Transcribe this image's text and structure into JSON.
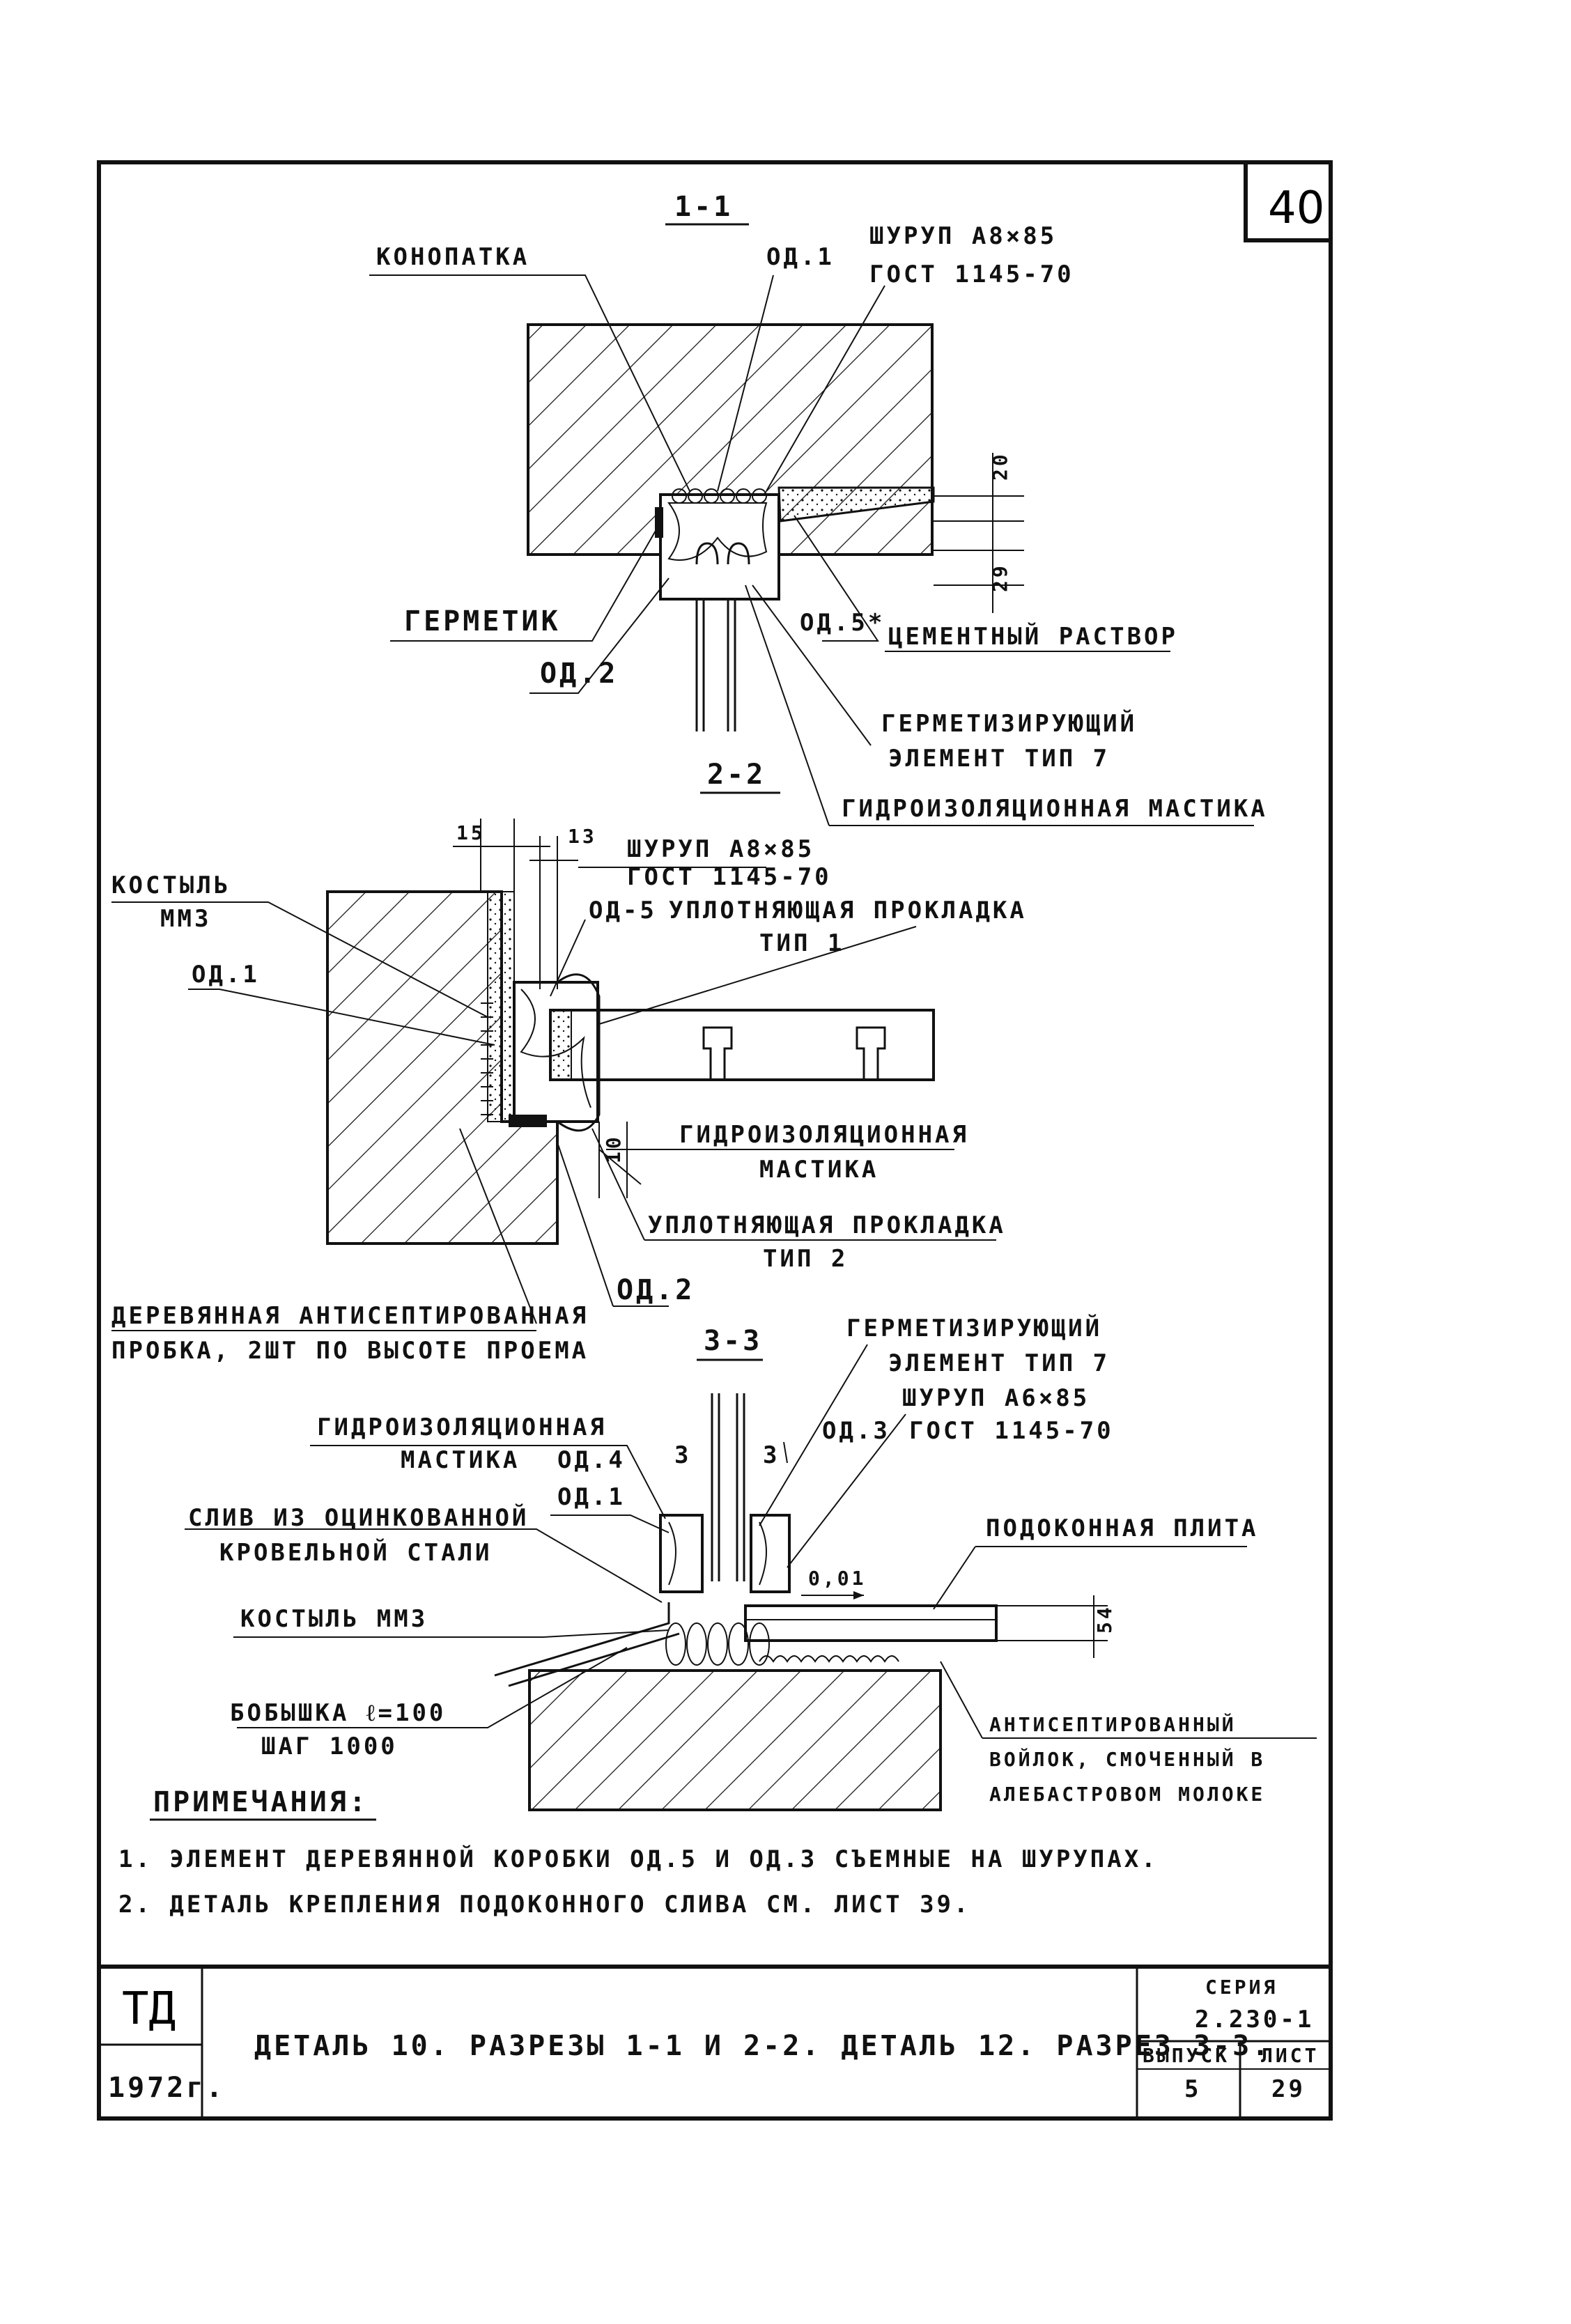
{
  "sheet_number": "40",
  "section_1": {
    "title": "1-1",
    "labels": {
      "konopatka": "КОНОПАТКА",
      "od1": "ОД.1",
      "shurup": "ШУРУП А8×85",
      "gost": "ГОСТ 1145-70",
      "dim_20": "20",
      "dim_29": "29",
      "germetik": "ГЕРМЕТИК",
      "od5": "ОД.5*",
      "cement": "ЦЕМЕНТНЫЙ РАСТВОР",
      "od2": "ОД.2",
      "germ_el_1": "ГЕРМЕТИЗИРУЮЩИЙ",
      "germ_el_2": "ЭЛЕМЕНТ ТИП 7",
      "gidro": "ГИДРОИЗОЛЯЦИОННАЯ МАСТИКА"
    }
  },
  "section_2": {
    "title": "2-2",
    "labels": {
      "dim_15": "15",
      "dim_13": "13",
      "shurup": "ШУРУП А8×85",
      "gost": "ГОСТ 1145-70",
      "kostyl_1": "КОСТЫЛЬ",
      "kostyl_2": "ММ3",
      "od5": "ОД-5",
      "uplot_1": "УПЛОТНЯЮЩАЯ ПРОКЛАДКА",
      "uplot_1b": "ТИП 1",
      "od1": "ОД.1",
      "dim_10": "10",
      "gidro_1": "ГИДРОИЗОЛЯЦИОННАЯ",
      "gidro_2": "МАСТИКА",
      "uplot_2": "УПЛОТНЯЮЩАЯ ПРОКЛАДКА",
      "uplot_2b": "ТИП 2",
      "od2": "ОД.2",
      "probka_1": "ДЕРЕВЯННАЯ АНТИСЕПТИРОВАННАЯ",
      "probka_2": "ПРОБКА, 2ШТ ПО ВЫСОТЕ ПРОЕМА"
    }
  },
  "section_3": {
    "title": "3-3",
    "labels": {
      "germ_1": "ГЕРМЕТИЗИРУЮЩИЙ",
      "germ_2": "ЭЛЕМЕНТ ТИП 7",
      "shurup": "ШУРУП А6×85",
      "gost": "ГОСТ 1145-70",
      "gidro_1": "ГИДРОИЗОЛЯЦИОННАЯ",
      "gidro_2": "МАСТИКА",
      "od4": "ОД.4",
      "dim_3a": "3",
      "dim_3b": "3",
      "od3": "ОД.3",
      "od1": "ОД.1",
      "sliv_1": "СЛИВ ИЗ ОЦИНКОВАННОЙ",
      "sliv_2": "КРОВЕЛЬНОЙ СТАЛИ",
      "plita": "ПОДОКОННАЯ ПЛИТА",
      "slope": "0,01",
      "kostyl": "КОСТЫЛЬ ММ3",
      "dim_54": "54",
      "bobyshka_1": "БОБЫШКА ℓ=100",
      "bobyshka_2": "ШАГ 1000",
      "voylok_1": "АНТИСЕПТИРОВАННЫЙ",
      "voylok_2": "ВОЙЛОК, СМОЧЕННЫЙ В",
      "voylok_3": "АЛЕБАСТРОВОМ МОЛОКЕ"
    }
  },
  "notes": {
    "heading": "ПРИМЕЧАНИЯ:",
    "items": [
      "1. ЭЛЕМЕНТ ДЕРЕВЯННОЙ КОРОБКИ ОД.5 И ОД.3 СЪЕМНЫЕ НА ШУРУПАХ.",
      "2. ДЕТАЛЬ КРЕПЛЕНИЯ ПОДОКОННОГО СЛИВА СМ. ЛИСТ 39."
    ]
  },
  "title_block": {
    "org": "ТД",
    "year": "1972г.",
    "title": "ДЕТАЛЬ 10. РАЗРЕЗЫ 1-1 И 2-2. ДЕТАЛЬ 12. РАЗРЕЗ 3-3.",
    "seriya_label": "СЕРИЯ",
    "seriya_value": "2.230-1",
    "vypusk_label": "ВЫПУСК",
    "vypusk_value": "5",
    "list_label": "ЛИСТ",
    "list_value": "29"
  }
}
